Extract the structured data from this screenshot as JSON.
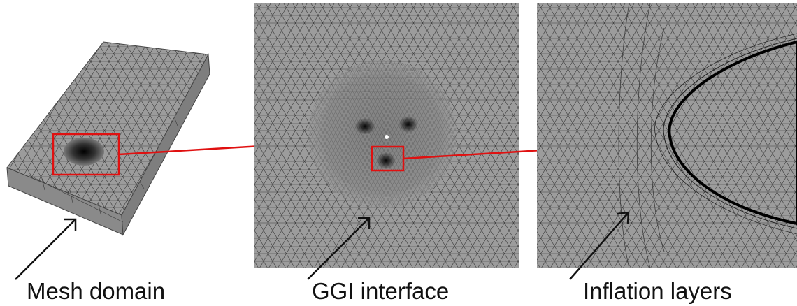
{
  "labels": {
    "mesh_domain": "Mesh domain",
    "ggi_interface": "GGI interface",
    "inflation_layers": "Inflation layers"
  },
  "colors": {
    "mesh_fill": "#9c9c9c",
    "mesh_line": "#2e2e2e",
    "highlight": "#e01010",
    "arrow": "#111111"
  },
  "icons": [
    "mesh-block",
    "circular-mesh-zoom",
    "airfoil-leading-edge"
  ]
}
